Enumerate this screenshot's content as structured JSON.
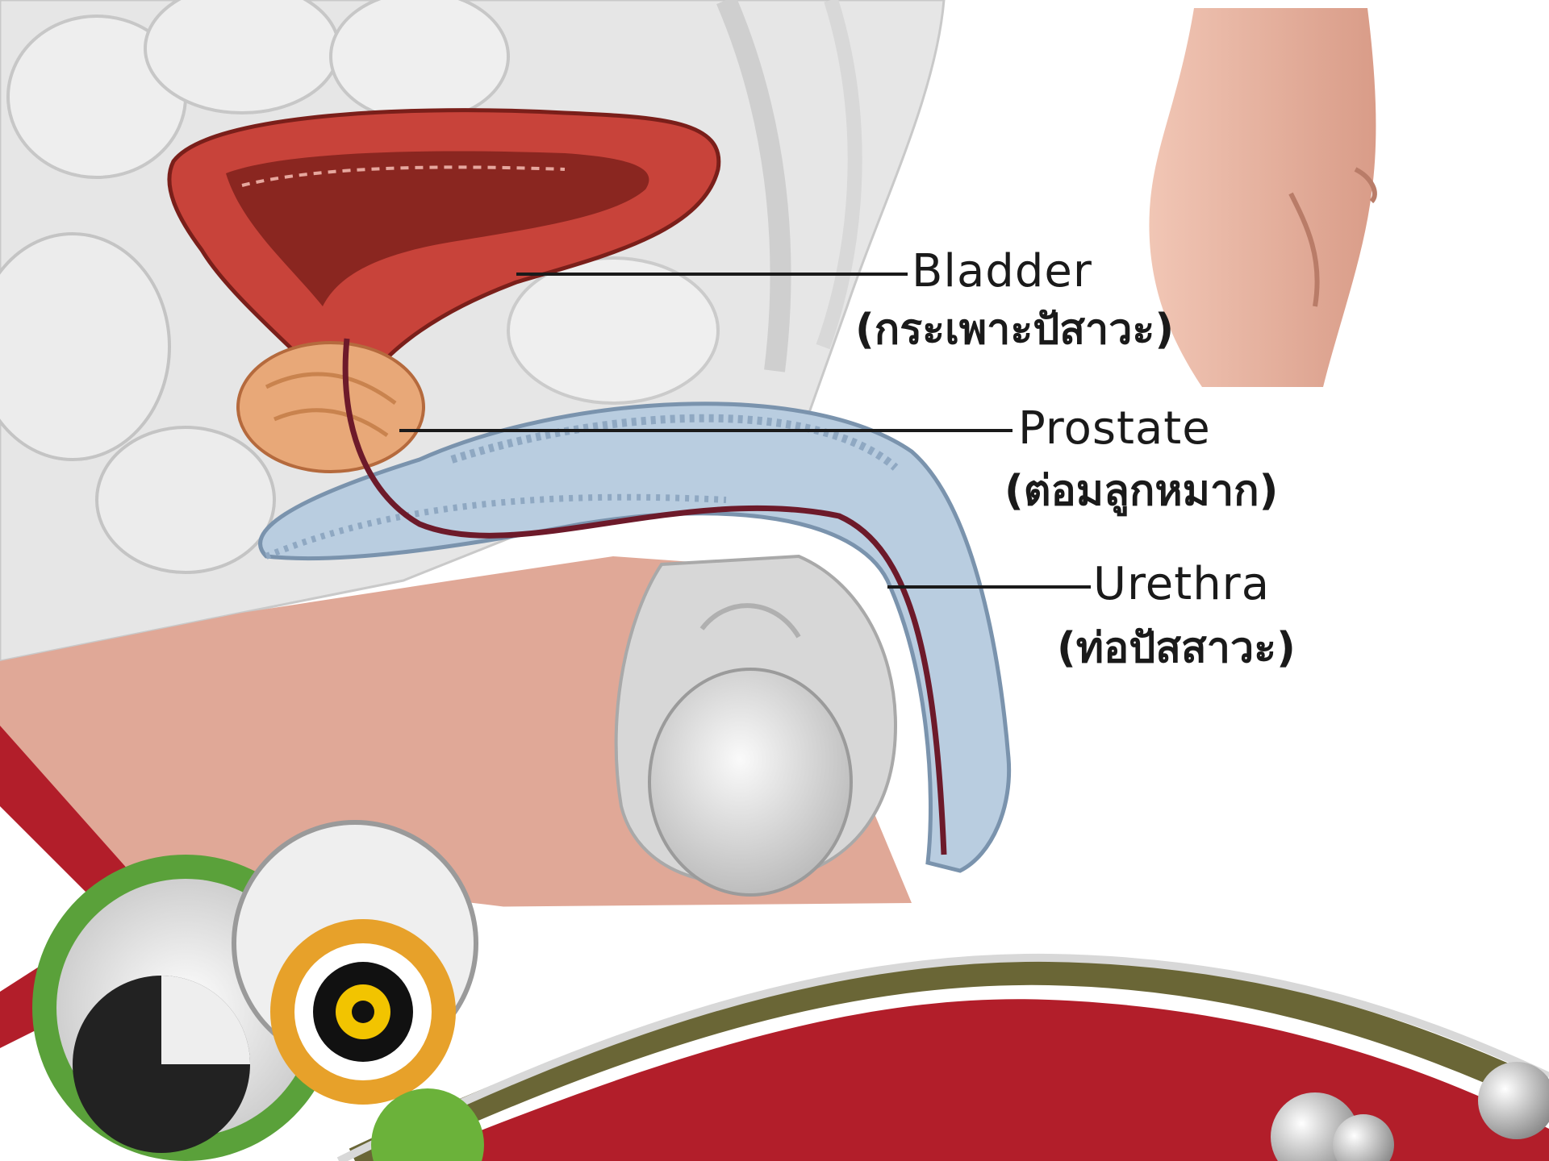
{
  "labels": {
    "bladder": {
      "en": "Bladder",
      "th": "(กระเพาะปัสาวะ)"
    },
    "prostate": {
      "en": "Prostate",
      "th": "(ต่อมลูกหมาก)"
    },
    "urethra": {
      "en": "Urethra",
      "th": "(ท่อปัสสาวะ)"
    }
  },
  "colors": {
    "bladder_wall": "#c8433a",
    "prostate": "#e8a878",
    "spongy_tissue": "#b9cde0",
    "pelvic_bone": "#e4e4e4",
    "skin": "#e9b3a2",
    "banner_red": "#b21e2a",
    "banner_olive": "#6a6636"
  }
}
